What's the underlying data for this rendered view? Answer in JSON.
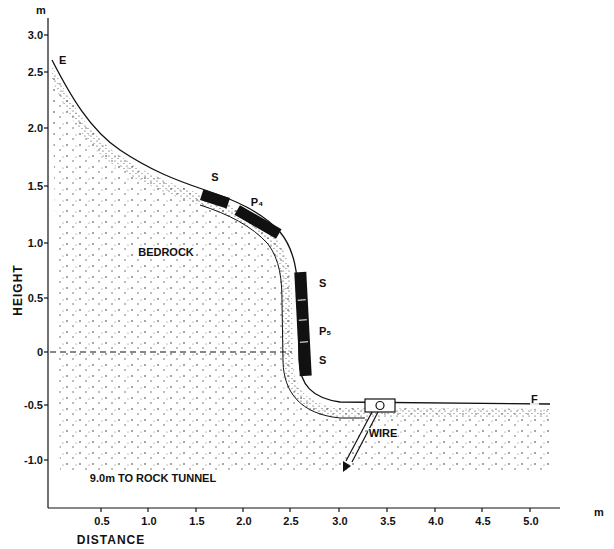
{
  "diagram": {
    "labels": [
      "m",
      "3.0",
      "2.5",
      "2.0",
      "1.5",
      "1.0",
      "0.5",
      "0",
      "-0.5",
      "-1.0",
      "HEIGHT",
      "0.5",
      "1.0",
      "1.5",
      "2.0",
      "2.5",
      "3.0",
      "3.5",
      "4.0",
      "4.5",
      "5.0",
      "m",
      "DISTANCE",
      "E",
      "F",
      "BEDROCK",
      "S",
      "P₄",
      "S",
      "P₅",
      "S",
      "WIRE",
      "9.0m TO ROCK TUNNEL"
    ]
  }
}
